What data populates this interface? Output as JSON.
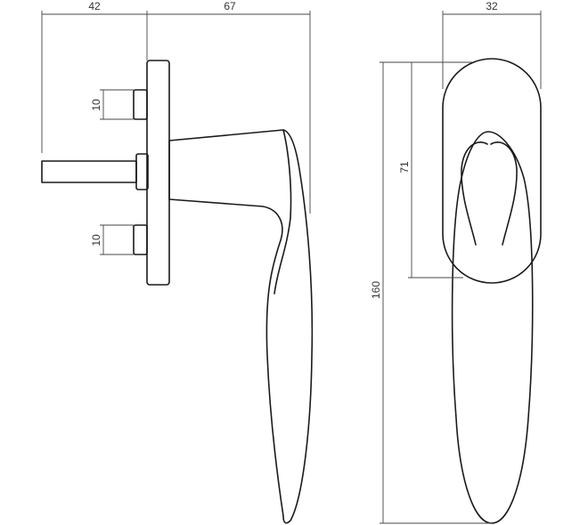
{
  "dimensions": {
    "spindle_length": "42",
    "handle_projection": "67",
    "rose_width": "32",
    "screw_spacing_top": "10",
    "screw_spacing_bottom": "10",
    "rose_height": "71",
    "overall_height": "160"
  },
  "colors": {
    "line": "#1a1a1a",
    "dimension_line": "#444444",
    "background": "#ffffff"
  }
}
